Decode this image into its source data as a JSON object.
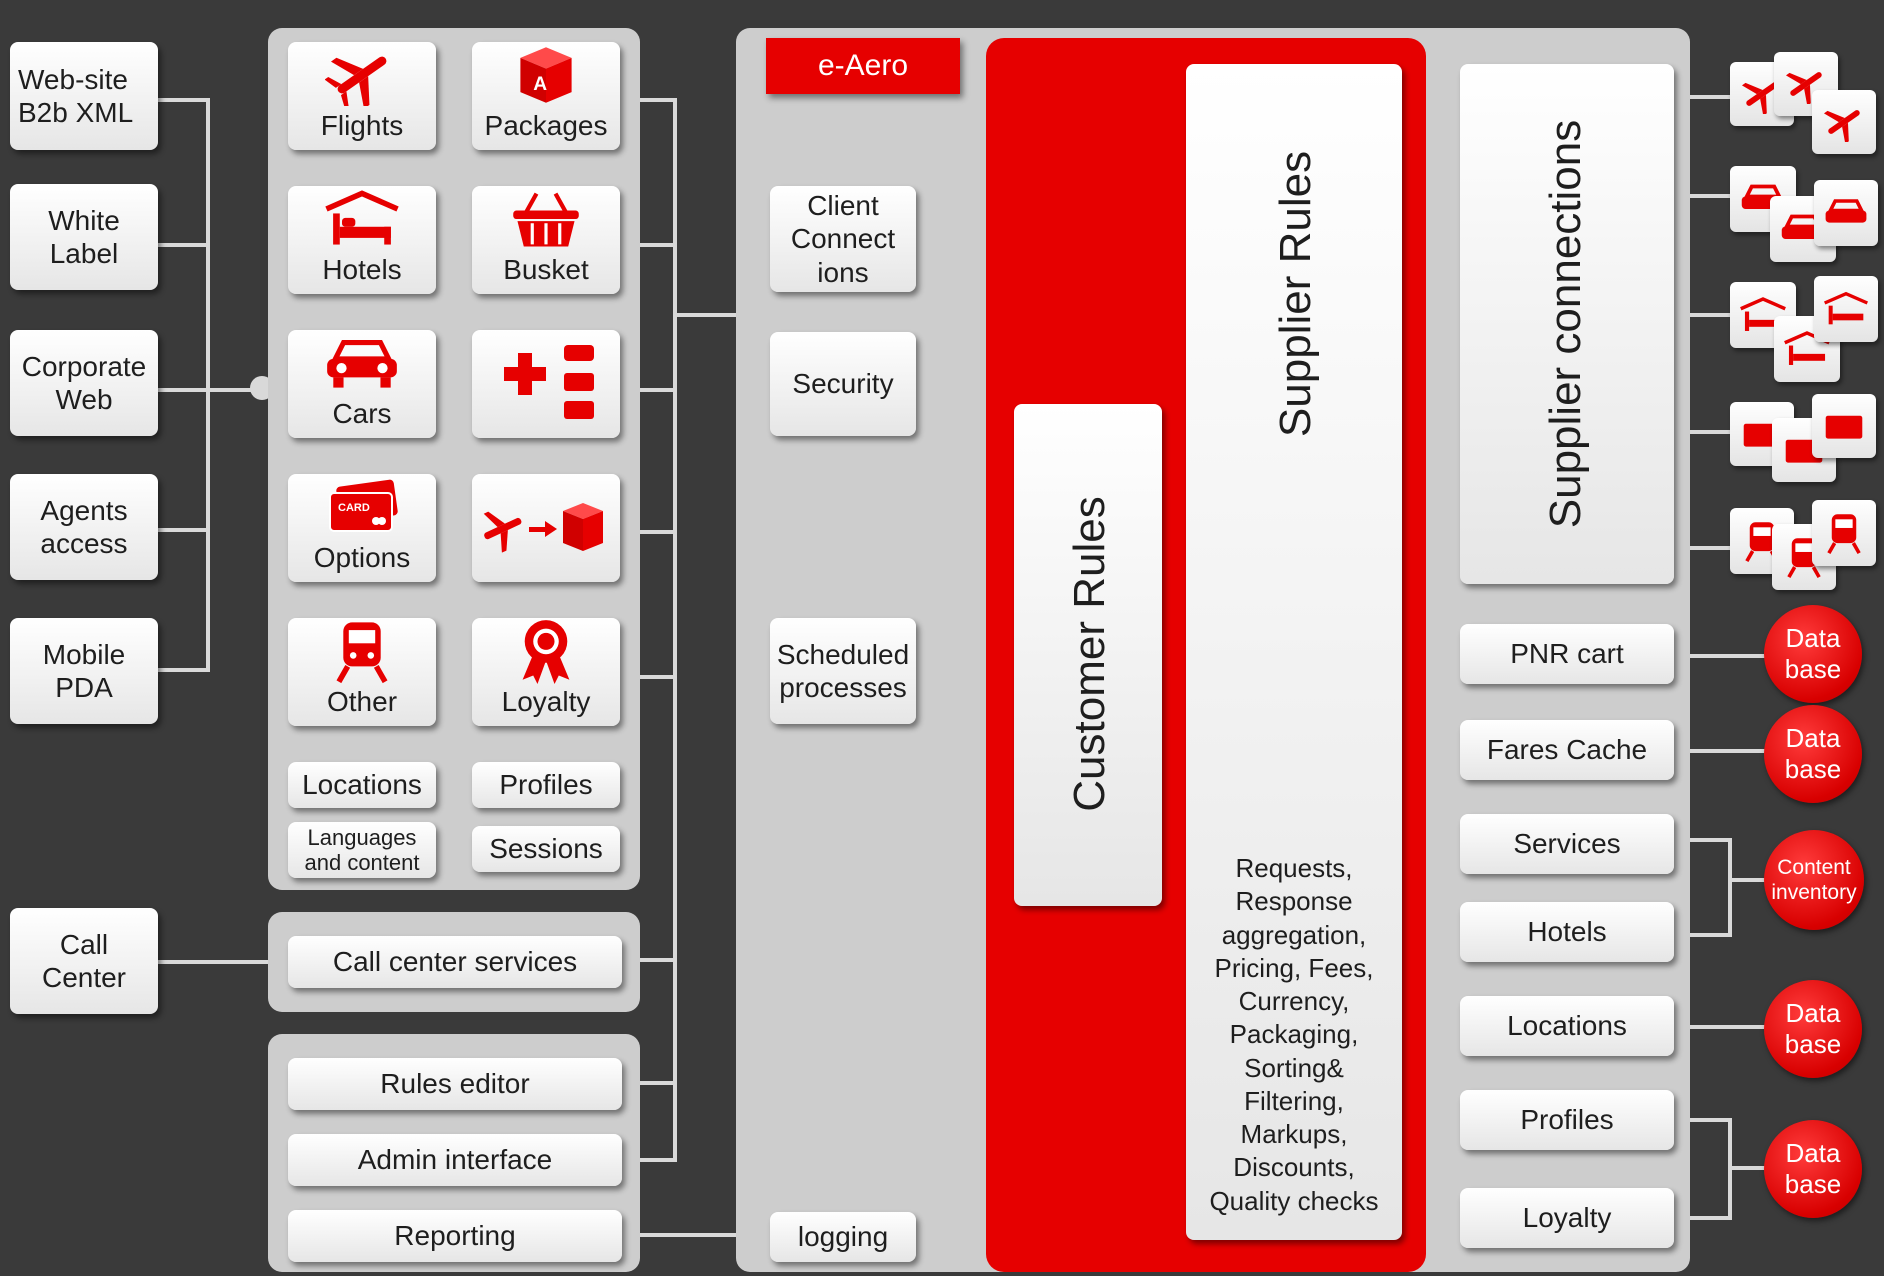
{
  "clients": {
    "web_site": "Web-site\nB2b XML",
    "white_label": "White\nLabel",
    "corporate_web": "Corporate\nWeb",
    "agents_access": "Agents\naccess",
    "mobile_pda": "Mobile\nPDA",
    "call_center": "Call\nCenter"
  },
  "modules": {
    "flights": "Flights",
    "packages": "Packages",
    "hotels": "Hotels",
    "busket": "Busket",
    "cars": "Cars",
    "options": "Options",
    "other": "Other",
    "loyalty": "Loyalty",
    "locations": "Locations",
    "profiles": "Profiles",
    "languages": "Languages\nand content",
    "sessions": "Sessions",
    "call_center_services": "Call center services",
    "rules_editor": "Rules editor",
    "admin_interface": "Admin interface",
    "reporting": "Reporting"
  },
  "core": {
    "title": "e-Aero",
    "client_connections": "Client\nConnect\nions",
    "security": "Security",
    "scheduled_processes": "Scheduled\nprocesses",
    "logging": "logging",
    "customer_rules": "Customer Rules",
    "supplier_rules": "Supplier Rules",
    "supplier_rules_text": "Requests,\nResponse\naggregation,\nPricing, Fees,\nCurrency,\nPackaging,\nSorting&\nFiltering,\nMarkups,\nDiscounts,\nQuality checks"
  },
  "backend": {
    "supplier_connections": "Supplier connections",
    "pnr_cart": "PNR cart",
    "fares_cache": "Fares Cache",
    "services": "Services",
    "hotels": "Hotels",
    "locations": "Locations",
    "profiles": "Profiles",
    "loyalty": "Loyalty"
  },
  "stores": {
    "database": "Data\nbase",
    "content_inventory": "Content\ninventory"
  },
  "colors": {
    "accent": "#e60000",
    "background": "#3a3a3a",
    "panel": "#cdcdcd",
    "box": "#f2f2f2"
  }
}
